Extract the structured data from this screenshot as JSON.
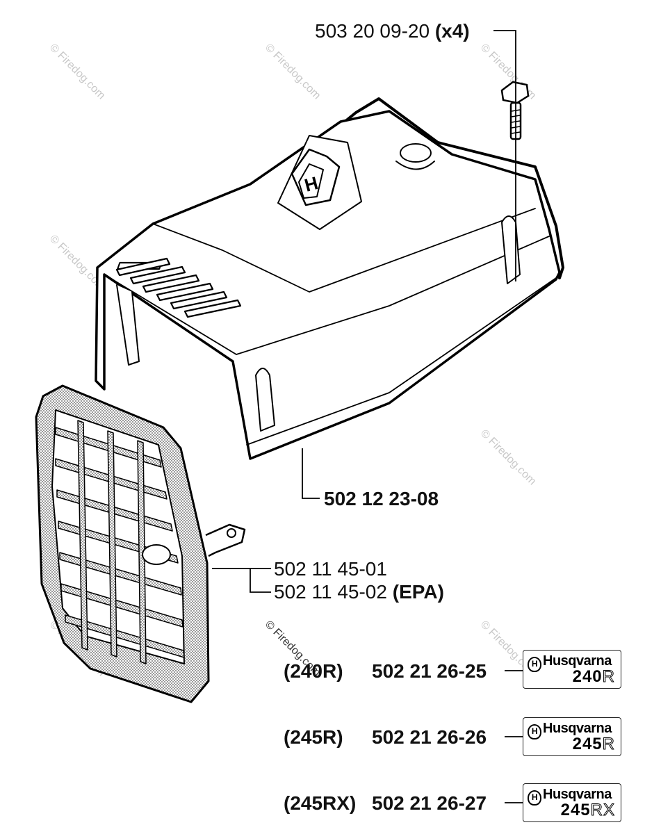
{
  "watermark": "© Firedog.com",
  "parts": {
    "bolt": {
      "part_no": "503 20 09-20",
      "qty": "(x4)"
    },
    "cover": {
      "part_no": "502 12 23-08"
    },
    "grille": {
      "part_no_1": "502 11 45-01",
      "part_no_2": "502 11 45-02",
      "note": "(EPA)"
    }
  },
  "decals": [
    {
      "model": "(240R)",
      "part_no": "502 21 26-25",
      "brand": "Husqvarna",
      "logo_letter": "H",
      "num": "240",
      "suffix": "R"
    },
    {
      "model": "(245R)",
      "part_no": "502 21 26-26",
      "brand": "Husqvarna",
      "logo_letter": "H",
      "num": "245",
      "suffix": "R"
    },
    {
      "model": "(245RX)",
      "part_no": "502 21 26-27",
      "brand": "Husqvarna",
      "logo_letter": "H",
      "num": "245",
      "suffix": "RX"
    }
  ],
  "cover_logo_letter": "H"
}
